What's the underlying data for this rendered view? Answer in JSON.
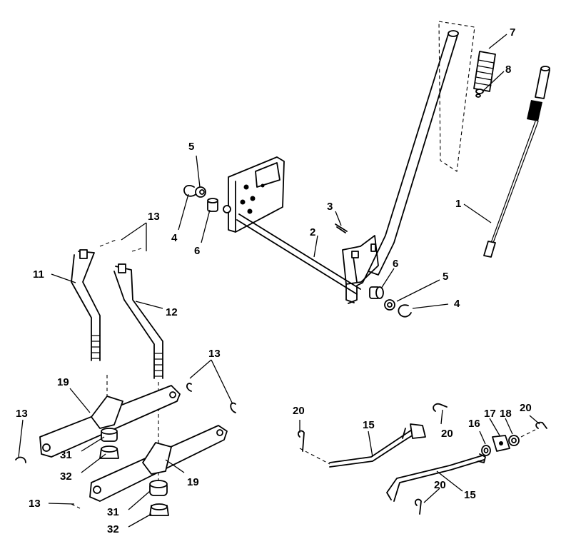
{
  "diagram": {
    "callouts": [
      {
        "id": "c1",
        "text": "1"
      },
      {
        "id": "c2",
        "text": "2"
      },
      {
        "id": "c3",
        "text": "3"
      },
      {
        "id": "c4a",
        "text": "4"
      },
      {
        "id": "c4b",
        "text": "4"
      },
      {
        "id": "c5a",
        "text": "5"
      },
      {
        "id": "c5b",
        "text": "5"
      },
      {
        "id": "c6a",
        "text": "6"
      },
      {
        "id": "c6b",
        "text": "6"
      },
      {
        "id": "c7",
        "text": "7"
      },
      {
        "id": "c8",
        "text": "8"
      },
      {
        "id": "c11",
        "text": "11"
      },
      {
        "id": "c12",
        "text": "12"
      },
      {
        "id": "c13a",
        "text": "13"
      },
      {
        "id": "c13b",
        "text": "13"
      },
      {
        "id": "c13c",
        "text": "13"
      },
      {
        "id": "c13d",
        "text": "13"
      },
      {
        "id": "c15a",
        "text": "15"
      },
      {
        "id": "c15b",
        "text": "15"
      },
      {
        "id": "c16",
        "text": "16"
      },
      {
        "id": "c17",
        "text": "17"
      },
      {
        "id": "c18",
        "text": "18"
      },
      {
        "id": "c19a",
        "text": "19"
      },
      {
        "id": "c19b",
        "text": "19"
      },
      {
        "id": "c20a",
        "text": "20"
      },
      {
        "id": "c20b",
        "text": "20"
      },
      {
        "id": "c20c",
        "text": "20"
      },
      {
        "id": "c20d",
        "text": "20"
      },
      {
        "id": "c31a",
        "text": "31"
      },
      {
        "id": "c31b",
        "text": "31"
      },
      {
        "id": "c32a",
        "text": "32"
      },
      {
        "id": "c32b",
        "text": "32"
      }
    ]
  }
}
